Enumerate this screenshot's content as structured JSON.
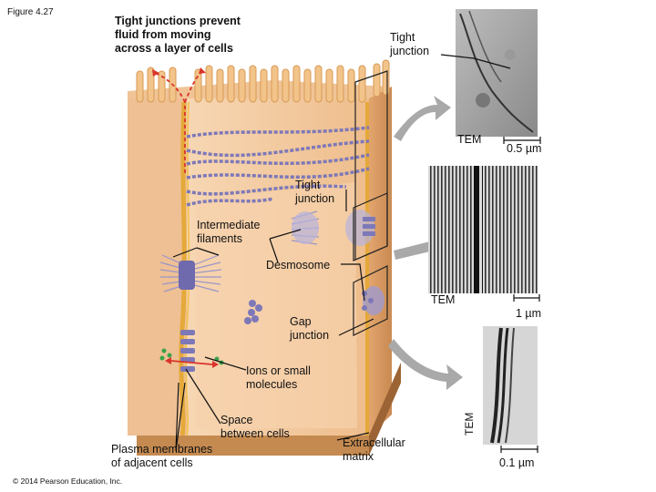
{
  "figure_number": "Figure 4.27",
  "heading": [
    "Tight junctions prevent",
    "fluid from moving",
    "across a layer of cells"
  ],
  "labels": {
    "tight_junction_top": [
      "Tight",
      "junction"
    ],
    "tight_junction_mid": [
      "Tight",
      "junction"
    ],
    "intermediate_filaments": [
      "Intermediate",
      "filaments"
    ],
    "desmosome": "Desmosome",
    "gap_junction": [
      "Gap",
      "junction"
    ],
    "ions": [
      "Ions or small",
      "molecules"
    ],
    "space_between_cells": [
      "Space",
      "between cells"
    ],
    "plasma_membranes": [
      "Plasma membranes",
      "of adjacent cells"
    ],
    "extracellular_matrix": [
      "Extracellular",
      "matrix"
    ]
  },
  "micrographs": {
    "tem_1": "TEM",
    "scale_1": "0.5 µm",
    "tem_2": "TEM",
    "scale_2": "1 µm",
    "tem_3": "TEM",
    "scale_3": "0.1 µm"
  },
  "copyright": "© 2014 Pearson Education, Inc.",
  "colors": {
    "cell_fill": "#f3c9a0",
    "cell_shadow": "#d9a06a",
    "matrix": "#c58a4f",
    "membrane": "#e9b24a",
    "protein": "#7d78b8",
    "fluid_arrow": "#d9342b",
    "ion": "#3aa34a",
    "arrow_gray": "#a9a9a9"
  }
}
